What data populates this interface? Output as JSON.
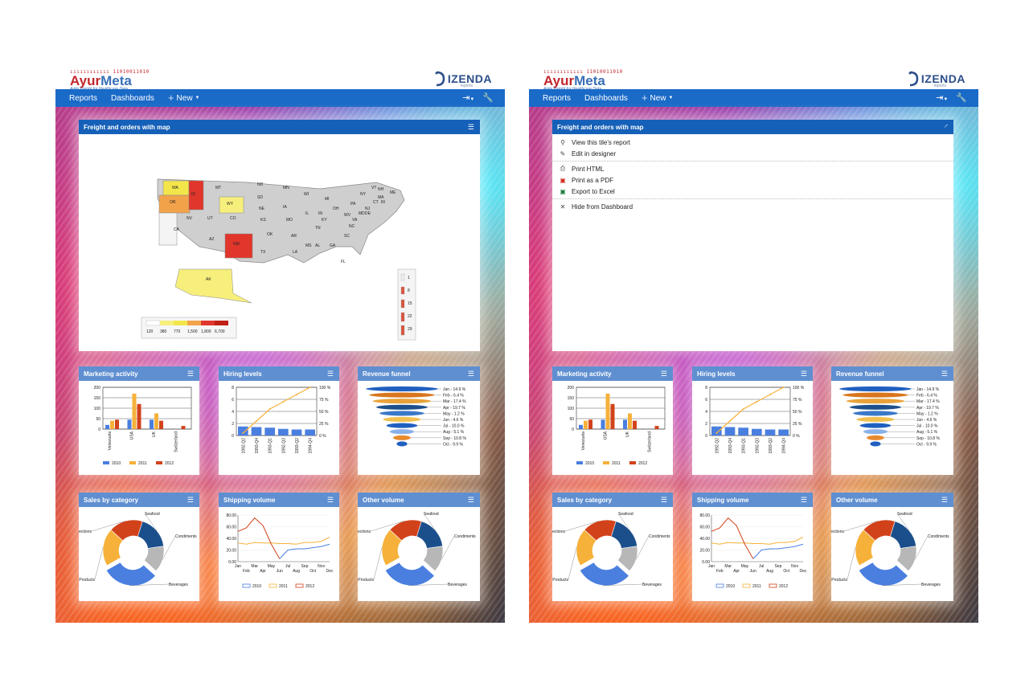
{
  "brand": {
    "dots": "ıııııııııııı 11010011010",
    "name_part1": "Ayur",
    "name_part2": "Meta",
    "tagline": "Agile Insight for Healthcare Data"
  },
  "vendor": {
    "name": "IZENDA",
    "sub": "reports"
  },
  "nav": {
    "reports": "Reports",
    "dashboards": "Dashboards",
    "new": "New"
  },
  "colors": {
    "nav": "#1a6ac7",
    "tile_head_dark": "#1560b8",
    "tile_head_light": "#5f8fd1",
    "s2010": "#4a7fe0",
    "s2011": "#f6b13a",
    "s2012": "#d2421a"
  },
  "tiles": {
    "map": {
      "title": "Freight and orders with map",
      "legend_values": [
        "120",
        "380",
        "770",
        "1,500",
        "1,800",
        "6,700"
      ],
      "bar_legend": [
        "1",
        "8",
        "15",
        "22",
        "29"
      ],
      "states": [
        "WA",
        "MT",
        "ND",
        "MN",
        "OR",
        "WY",
        "SD",
        "ME",
        "NV",
        "UT",
        "NE",
        "IA",
        "WI",
        "MI",
        "NY",
        "CA",
        "CO",
        "KS",
        "MO",
        "IL",
        "IN",
        "OH",
        "PA",
        "AZ",
        "NM",
        "OK",
        "AR",
        "TN",
        "KY",
        "WV",
        "VA",
        "TX",
        "LA",
        "MS",
        "AL",
        "GA",
        "SC",
        "NC",
        "FL",
        "AK",
        "ID",
        "VT",
        "NH",
        "MA",
        "CT",
        "RI",
        "NJ",
        "DE",
        "MD"
      ]
    },
    "marketing": {
      "title": "Marketing activity"
    },
    "hiring": {
      "title": "Hiring levels"
    },
    "funnel": {
      "title": "Revenue funnel"
    },
    "sales": {
      "title": "Sales by category"
    },
    "shipping": {
      "title": "Shipping volume"
    },
    "other": {
      "title": "Other volume"
    }
  },
  "context_menu": {
    "items": [
      "View this tile's report",
      "Edit in designer",
      "Print HTML",
      "Print as a PDF",
      "Export to Excel",
      "Hide from Dashboard"
    ],
    "icons": [
      "search-icon",
      "pencil-icon",
      "printer-icon",
      "pdf-icon",
      "excel-icon",
      "close-icon"
    ]
  },
  "chart_data": [
    {
      "type": "bar",
      "title": "Marketing activity",
      "categories": [
        "Venezuela",
        "USA",
        "UK",
        "Switzerland"
      ],
      "y_ticks": [
        "200",
        "150",
        "100",
        "50",
        "0"
      ],
      "ylim": [
        0,
        200
      ],
      "series": [
        {
          "name": "2010",
          "values": [
            20,
            45,
            45,
            0
          ]
        },
        {
          "name": "2011",
          "values": [
            40,
            170,
            75,
            0
          ]
        },
        {
          "name": "2012",
          "values": [
            45,
            120,
            40,
            15
          ]
        }
      ]
    },
    {
      "type": "bar",
      "title": "Hiring levels",
      "categories": [
        "1992-Q2",
        "1993-Q4",
        "1993-Q1",
        "1992-Q3",
        "1993-Q2",
        "1994-Q4"
      ],
      "y_ticks": [
        "8",
        "6",
        "4",
        "2",
        "0"
      ],
      "y2_ticks": [
        "100 %",
        "75 %",
        "50 %",
        "25 %",
        "0 %"
      ],
      "ylim": [
        0,
        8
      ],
      "values": [
        1.5,
        1.4,
        1.3,
        1.1,
        1.0,
        1.0
      ],
      "cumulative_pct": [
        5,
        30,
        55,
        70,
        85,
        100
      ]
    },
    {
      "type": "bar",
      "title": "Revenue funnel",
      "categories": [
        "Jan - 14.9 %",
        "Feb - 6.4 %",
        "Mar - 17.4 %",
        "Apr - 19.7 %",
        "May - 1.2 %",
        "Jun - 4.6 %",
        "Jul - 10.0 %",
        "Aug - 5.1 %",
        "Sep - 10.8 %",
        "Oct - 9.9 %"
      ],
      "values": [
        14.9,
        6.4,
        17.4,
        19.7,
        1.2,
        4.6,
        10.0,
        5.1,
        10.8,
        9.9
      ]
    },
    {
      "type": "pie",
      "title": "Sales by category",
      "categories": [
        "Seafood",
        "Condiments",
        "Beverages",
        "Dairy Products",
        "Confections"
      ],
      "values": [
        18,
        14,
        30,
        20,
        18
      ]
    },
    {
      "type": "line",
      "title": "Shipping volume",
      "x": [
        "Jan",
        "Feb",
        "Mar",
        "Apr",
        "May",
        "Jun",
        "Jul",
        "Aug",
        "Sep",
        "Oct",
        "Nov",
        "Dec"
      ],
      "y_ticks": [
        "80.00",
        "60.00",
        "40.00",
        "20.00",
        "0.00"
      ],
      "ylim": [
        0,
        80
      ],
      "series": [
        {
          "name": "2010",
          "values": [
            null,
            null,
            null,
            null,
            null,
            5,
            20,
            22,
            22,
            24,
            26,
            30
          ]
        },
        {
          "name": "2011",
          "values": [
            32,
            30,
            33,
            32,
            32,
            31,
            31,
            30,
            33,
            33,
            35,
            42
          ]
        },
        {
          "name": "2012",
          "values": [
            52,
            58,
            75,
            62,
            30,
            5,
            null,
            null,
            null,
            null,
            null,
            null
          ]
        }
      ]
    },
    {
      "type": "pie",
      "title": "Other volume",
      "categories": [
        "Seafood",
        "Condiments",
        "Beverages",
        "Dairy Products",
        "Confections"
      ],
      "values": [
        18,
        14,
        30,
        20,
        18
      ]
    }
  ]
}
